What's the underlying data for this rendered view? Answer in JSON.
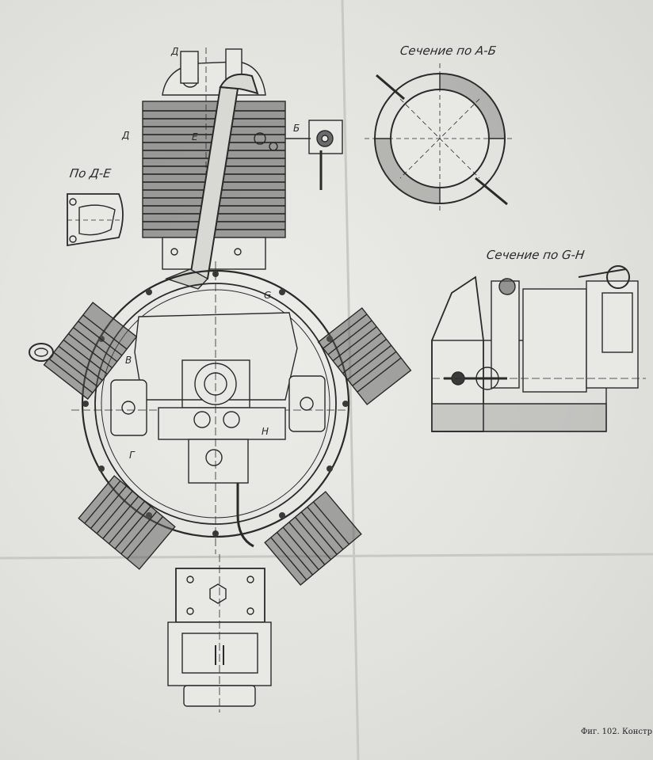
{
  "labels": {
    "section_ab": "Сечение по А-Б",
    "section_gh": "Сечение по G-H",
    "view_de": "По Д-Е",
    "letter_d_top": "Д",
    "letter_d_side": "Д",
    "letter_e": "E",
    "letter_b_cyr": "Б",
    "letter_g_latin": "G",
    "letter_v": "В",
    "letter_g_cyr": "Г",
    "letter_h": "H"
  },
  "caption": "Фиг. 102. Констр",
  "colors": {
    "paper": "#e4e4e0",
    "ink": "#2a2a2a",
    "fold": "#c9c9c4"
  }
}
